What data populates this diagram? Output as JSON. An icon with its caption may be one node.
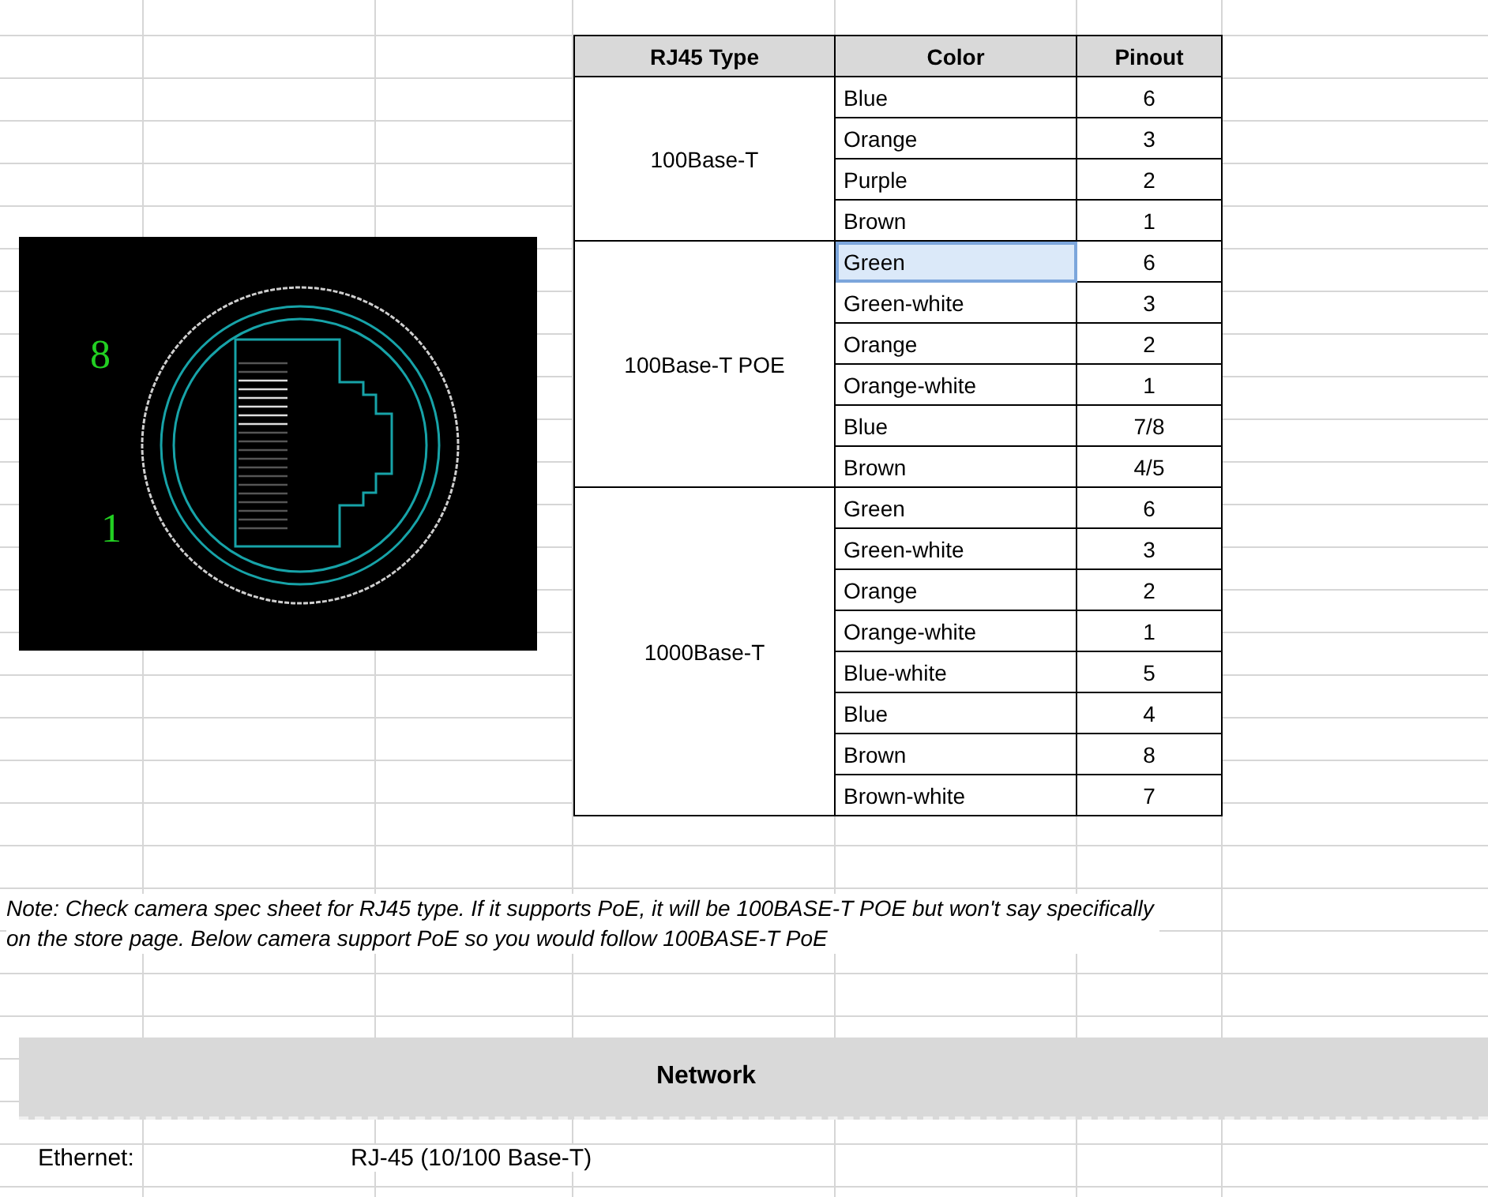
{
  "diagram": {
    "labels": [
      "8",
      "1",
      "RJ45 Type",
      "Color",
      "Pinout",
      "100Base-T",
      "Blue",
      "6",
      "Orange",
      "3",
      "Purple",
      "2",
      "Brown",
      "1",
      "100Base-T POE",
      "Green",
      "6",
      "Green-white",
      "3",
      "Orange",
      "2",
      "Orange-white",
      "1",
      "Blue",
      "7/8",
      "Brown",
      "4/5",
      "1000Base-T",
      "Green",
      "6",
      "Green-white",
      "3",
      "Orange",
      "2",
      "Orange-white",
      "1",
      "Blue-white",
      "5",
      "Blue",
      "4",
      "Brown",
      "8",
      "Brown-white",
      "7",
      "Note: Check camera spec sheet for RJ45 type. If it supports PoE, it will be 100BASE-T POE but won't say specifically on the store page. Below camera support PoE so you would follow 100BASE-T PoE",
      "Network",
      "Ethernet:",
      "RJ-45 (10/100 Base-T)"
    ]
  }
}
